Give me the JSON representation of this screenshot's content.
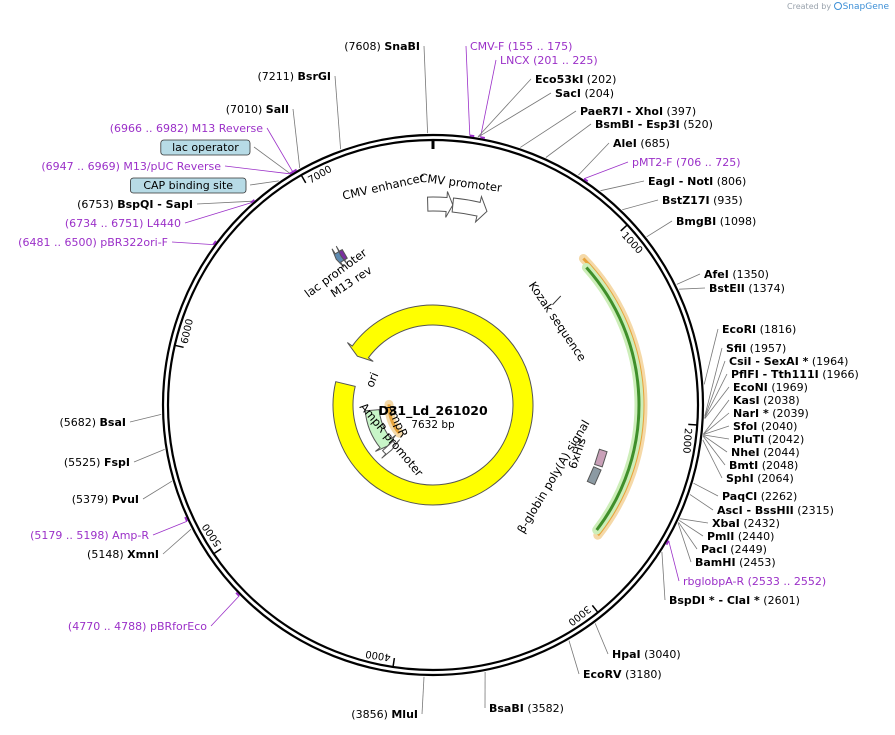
{
  "credit": {
    "prefix": "Created by",
    "brand": "SnapGene"
  },
  "plasmid": {
    "name": "D31_Ld_261020",
    "size_label": "7632 bp",
    "length": 7632
  },
  "ticks": [
    {
      "pos": 1000,
      "label": "1000"
    },
    {
      "pos": 2000,
      "label": "2000"
    },
    {
      "pos": 3000,
      "label": "3000"
    },
    {
      "pos": 4000,
      "label": "4000"
    },
    {
      "pos": 5000,
      "label": "5000"
    },
    {
      "pos": 6000,
      "label": "6000"
    },
    {
      "pos": 7000,
      "label": "7000"
    }
  ],
  "right_labels": [
    {
      "type": "primer",
      "text": "CMV-F    (155 .. 175)",
      "pos": 165
    },
    {
      "type": "primer",
      "text": "LNCX    (201 .. 225)",
      "pos": 213
    },
    {
      "type": "enzyme",
      "name": "Eco53kI",
      "num": "(202)",
      "pos": 202
    },
    {
      "type": "enzyme",
      "name": "SacI",
      "num": "(204)",
      "pos": 204
    },
    {
      "type": "enzyme",
      "name": "PaeR7I  - XhoI",
      "num": "(397)",
      "pos": 397
    },
    {
      "type": "enzyme",
      "name": "BsmBI  - Esp3I",
      "num": "(520)",
      "pos": 520
    },
    {
      "type": "enzyme",
      "name": "AleI",
      "num": "(685)",
      "pos": 685
    },
    {
      "type": "primer",
      "text": "pMT2-F    (706 .. 725)",
      "pos": 715
    },
    {
      "type": "enzyme",
      "name": "EagI  - NotI",
      "num": "(806)",
      "pos": 806
    },
    {
      "type": "enzyme",
      "name": "BstZ17I",
      "num": "(935)",
      "pos": 935
    },
    {
      "type": "enzyme",
      "name": "BmgBI",
      "num": "(1098)",
      "pos": 1098
    },
    {
      "type": "enzyme",
      "name": "AfeI",
      "num": "(1350)",
      "pos": 1350
    },
    {
      "type": "enzyme",
      "name": "BstEII",
      "num": "(1374)",
      "pos": 1374
    },
    {
      "type": "enzyme",
      "name": "EcoRI",
      "num": "(1816)",
      "pos": 1816
    },
    {
      "type": "enzyme",
      "name": "SfiI",
      "num": "(1957)",
      "pos": 1957
    },
    {
      "type": "enzyme",
      "name": "CsiI  - SexAI *",
      "num": "(1964)",
      "pos": 1964
    },
    {
      "type": "enzyme",
      "name": "PflFI  - Tth111I",
      "num": "(1966)",
      "pos": 1966
    },
    {
      "type": "enzyme",
      "name": "EcoNI",
      "num": "(1969)",
      "pos": 1969
    },
    {
      "type": "enzyme",
      "name": "KasI",
      "num": "(2038)",
      "pos": 2038
    },
    {
      "type": "enzyme",
      "name": "NarI *",
      "num": "(2039)",
      "pos": 2039
    },
    {
      "type": "enzyme",
      "name": "SfoI",
      "num": "(2040)",
      "pos": 2040
    },
    {
      "type": "enzyme",
      "name": "PluTI",
      "num": "(2042)",
      "pos": 2042
    },
    {
      "type": "enzyme",
      "name": "NheI",
      "num": "(2044)",
      "pos": 2044
    },
    {
      "type": "enzyme",
      "name": "BmtI",
      "num": "(2048)",
      "pos": 2048
    },
    {
      "type": "enzyme",
      "name": "SphI",
      "num": "(2064)",
      "pos": 2064
    },
    {
      "type": "enzyme",
      "name": "PaqCI",
      "num": "(2262)",
      "pos": 2262
    },
    {
      "type": "enzyme",
      "name": "AscI  - BssHII",
      "num": "(2315)",
      "pos": 2315
    },
    {
      "type": "enzyme",
      "name": "XbaI",
      "num": "(2432)",
      "pos": 2432
    },
    {
      "type": "enzyme",
      "name": "PmlI",
      "num": "(2440)",
      "pos": 2440
    },
    {
      "type": "enzyme",
      "name": "PacI",
      "num": "(2449)",
      "pos": 2449
    },
    {
      "type": "enzyme",
      "name": "BamHI",
      "num": "(2453)",
      "pos": 2453
    },
    {
      "type": "primer",
      "text": "rbglobpA-R    (2533 .. 2552)",
      "pos": 2543
    },
    {
      "type": "enzyme",
      "name": "BspDI *  - ClaI *",
      "num": "(2601)",
      "pos": 2601
    },
    {
      "type": "enzyme",
      "name": "HpaI",
      "num": "(3040)",
      "pos": 3040
    },
    {
      "type": "enzyme",
      "name": "EcoRV",
      "num": "(3180)",
      "pos": 3180
    },
    {
      "type": "enzyme",
      "name": "BsaBI",
      "num": "(3582)",
      "pos": 3582
    }
  ],
  "left_labels": [
    {
      "type": "enzyme",
      "name": "SnaBI",
      "num": "(7608)",
      "pos": 7608
    },
    {
      "type": "enzyme",
      "name": "BsrGI",
      "num": "(7211)",
      "pos": 7211
    },
    {
      "type": "enzyme",
      "name": "SalI",
      "num": "(7010)",
      "pos": 7010
    },
    {
      "type": "primer",
      "text": "(6966 .. 6982)  M13 Reverse",
      "pos": 6974
    },
    {
      "type": "boxfeat",
      "text": "lac operator",
      "pos": 6960
    },
    {
      "type": "primer",
      "text": "(6947 .. 6969)  M13/pUC Reverse",
      "pos": 6958
    },
    {
      "type": "boxfeat",
      "text": "CAP binding site",
      "pos": 6900
    },
    {
      "type": "enzyme",
      "name": "BspQI  - SapI",
      "num": "(6753)",
      "pos": 6753
    },
    {
      "type": "primer",
      "text": "(6734 .. 6751)  L4440",
      "pos": 6742
    },
    {
      "type": "primer",
      "text": "(6481 .. 6500)  pBR322ori-F",
      "pos": 6490
    },
    {
      "type": "enzyme",
      "name": "BsaI",
      "num": "(5682)",
      "pos": 5682
    },
    {
      "type": "enzyme",
      "name": "FspI",
      "num": "(5525)",
      "pos": 5525
    },
    {
      "type": "enzyme",
      "name": "PvuI",
      "num": "(5379)",
      "pos": 5379
    },
    {
      "type": "primer",
      "text": "(5179 .. 5198)  Amp-R",
      "pos": 5188
    },
    {
      "type": "enzyme",
      "name": "XmnI",
      "num": "(5148)",
      "pos": 5148
    },
    {
      "type": "primer",
      "text": "(4770 .. 4788)  pBRforEco",
      "pos": 4779
    },
    {
      "type": "enzyme",
      "name": "MluI",
      "num": "(3856)",
      "pos": 3856
    }
  ],
  "features": [
    {
      "name": "CMV enhancer",
      "start": 7600,
      "end": 120,
      "dir": 1,
      "color": "#ffffff",
      "kind": "arrow"
    },
    {
      "name": "CMV promoter",
      "start": 120,
      "end": 330,
      "dir": 1,
      "color": "#ffffff",
      "kind": "arrow"
    },
    {
      "name": "Kozak sequence",
      "pos": 1050,
      "kind": "mark"
    },
    {
      "name": "6xHis",
      "pos": 2280,
      "kind": "smallbox",
      "color": "#c9a0b8"
    },
    {
      "name": "β-globin poly(A) signal",
      "pos": 2410,
      "kind": "smallbox",
      "color": "#8c9aa3"
    },
    {
      "name": "lac promoter",
      "start": 6920,
      "end": 6980,
      "dir": -1,
      "color": "#5e8ab0",
      "kind": "small"
    },
    {
      "name": "M13 rev",
      "start": 6960,
      "end": 6990,
      "dir": -1,
      "color": "#7a2fa0",
      "kind": "small"
    },
    {
      "name": "ori",
      "start": 6420,
      "end": 6010,
      "dir": -1,
      "color": "#ffff00",
      "kind": "arrow"
    },
    {
      "name": "AmpR",
      "start": 4830,
      "end": 5620,
      "dir": -1,
      "color": "#c8f5c8",
      "kind": "arrow"
    },
    {
      "name": "AmpR promoter",
      "start": 4720,
      "end": 4830,
      "dir": -1,
      "color": "#ffffff",
      "kind": "arrow"
    }
  ],
  "orf_arcs": [
    {
      "start": 970,
      "end": 2720,
      "color": "#e7a33a",
      "glow": "#f5d9a8"
    },
    {
      "start": 1020,
      "end": 2700,
      "color": "#3f8f2a",
      "glow": "#cdeeb9"
    },
    {
      "start": 4880,
      "end": 5740,
      "color": "#e7a33a",
      "glow": "#f5d9a8"
    }
  ],
  "colors": {
    "primer": "#9b30c8",
    "backbone": "#000000",
    "feature_box": "#b7dbe6"
  }
}
